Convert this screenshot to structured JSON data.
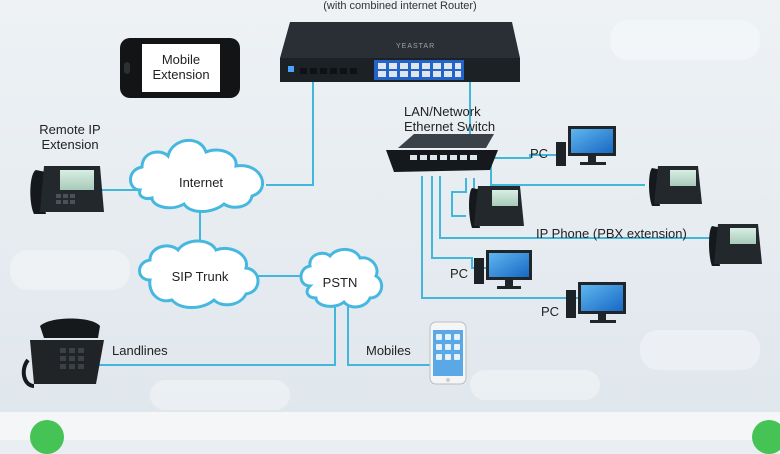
{
  "pbx_caption": "(with combined internet Router)",
  "device_brand": "YEASTAR",
  "labels": {
    "mobile_extension": "Mobile\nExtension",
    "remote_ip_extension": "Remote IP\nExtension",
    "internet": "Internet",
    "sip_trunk": "SIP Trunk",
    "pstn": "PSTN",
    "landlines": "Landlines",
    "mobiles": "Mobiles",
    "lan_switch": "LAN/Network\nEthernet Switch",
    "pc_1": "PC",
    "pc_2": "PC",
    "pc_3": "PC",
    "ip_phone": "IP Phone (PBX extension)"
  },
  "colors": {
    "link": "#43b6dc",
    "cloud_stroke": "#46b8e0",
    "device_dark": "#1c2126",
    "screen_blue": "#1e88d6",
    "accent_green": "#45c455"
  },
  "icons": [
    "pbx-router-icon",
    "smartphone-icon",
    "desk-phone-icon",
    "cloud-icon",
    "switch-icon",
    "monitor-icon",
    "pc-tower-icon",
    "iphone-icon"
  ]
}
